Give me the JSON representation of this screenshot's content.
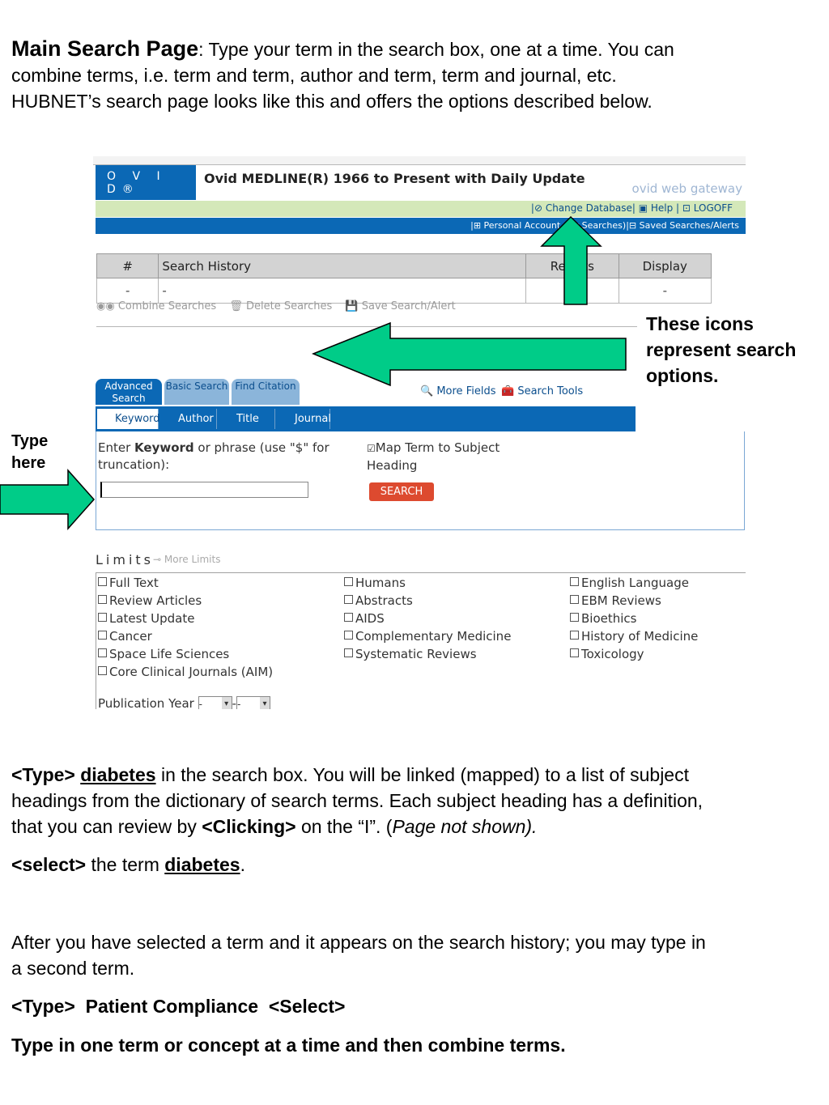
{
  "intro": {
    "heading": "Main Search Page",
    "text_line1": ": Type your term in the search box, one at a time. You can",
    "text_line2": "combine terms, i.e. term and term, author and term, term and journal, etc.",
    "text_line3": "HUBNET’s search page looks like this and offers the options described below."
  },
  "annotations": {
    "icons_note": "These icons represent search options.",
    "type_here": "Type here"
  },
  "screenshot": {
    "logo": "O V I D®",
    "db_title": "Ovid MEDLINE(R) 1966 to Present with Daily Update",
    "gateway": "ovid web gateway",
    "green_links": "|⊘ Change Database|  ▣ Help  |  ⊡ LOGOFF",
    "blue_links": "|⊞ Personal Account (for Searches)|⊟ Saved Searches/Alerts",
    "history": {
      "headers": [
        "#",
        "Search History",
        "Results",
        "Display"
      ],
      "row": [
        "-",
        "-",
        "",
        "-"
      ]
    },
    "history_buttons": [
      "Combine Searches",
      "Delete Searches",
      "Save Search/Alert"
    ],
    "tabs": [
      "Advanced Search",
      "Basic Search",
      "Find Citation"
    ],
    "more_fields": "More Fields",
    "search_tools": "Search Tools",
    "fields": [
      "Keyword",
      "Author",
      "Title",
      "Journal"
    ],
    "prompt_pre": "Enter ",
    "prompt_bold": "Keyword",
    "prompt_post": " or phrase (use \"$\" for truncation):",
    "map_term": "Map Term to Subject Heading",
    "search_input_value": "",
    "search_button": "SEARCH",
    "limits_heading": "Limits",
    "more_limits": "More Limits",
    "limits_col1": [
      "Full Text",
      "Review Articles",
      "Latest Update",
      "Cancer",
      "Space Life Sciences",
      "Core Clinical Journals (AIM)"
    ],
    "limits_col2": [
      "Humans",
      "Abstracts",
      "AIDS",
      "Complementary Medicine",
      "Systematic Reviews"
    ],
    "limits_col3": [
      "English Language",
      "EBM Reviews",
      "Bioethics",
      "History of Medicine",
      "Toxicology"
    ],
    "pub_year_label": "Publication Year",
    "pub_year_from": "-",
    "pub_year_to": "-"
  },
  "body": {
    "p1_type": "<Type>",
    "p1_term": "diabetes",
    "p1_rest1": " in the search box. You will be linked (mapped) to a list of subject",
    "p1_rest2": "headings from the dictionary of search terms. Each subject heading has a definition,",
    "p1_rest3a": "that you can review by ",
    "p1_clicking": "<Clicking>",
    "p1_rest3b": " on the “I”. (",
    "p1_italic": "Page not shown).",
    "p2_select": "<select>",
    "p2_mid": " the term ",
    "p2_term": "diabetes",
    "p2_end": ".",
    "p3_line1": "After you have selected a term and it appears on the search history; you may type in",
    "p3_line2": "a second term.",
    "p4": "<Type>  Patient Compliance  <Select>",
    "p5": "Type in one term or concept at a time and then combine terms."
  },
  "colors": {
    "arrow": "#00cc88",
    "ovid_blue": "#0b68b5",
    "green_bar": "#d4e8b9",
    "search_button": "#dd4a2f"
  }
}
